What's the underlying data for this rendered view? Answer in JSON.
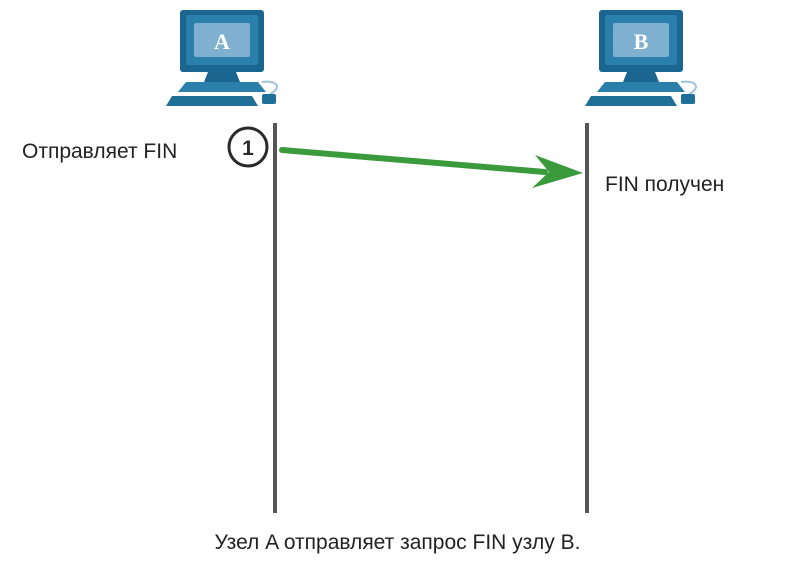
{
  "host_a": {
    "name": "A"
  },
  "host_b": {
    "name": "B"
  },
  "step": {
    "number": "1",
    "sender_label": "Отправляет FIN",
    "receiver_label": "FIN получен"
  },
  "caption": "Узел A отправляет запрос FIN узлу B.",
  "colors": {
    "monitor": "#1f6f97",
    "screen": "#7fb0d0",
    "arrow": "#3a9a3c",
    "timeline": "#555555"
  }
}
